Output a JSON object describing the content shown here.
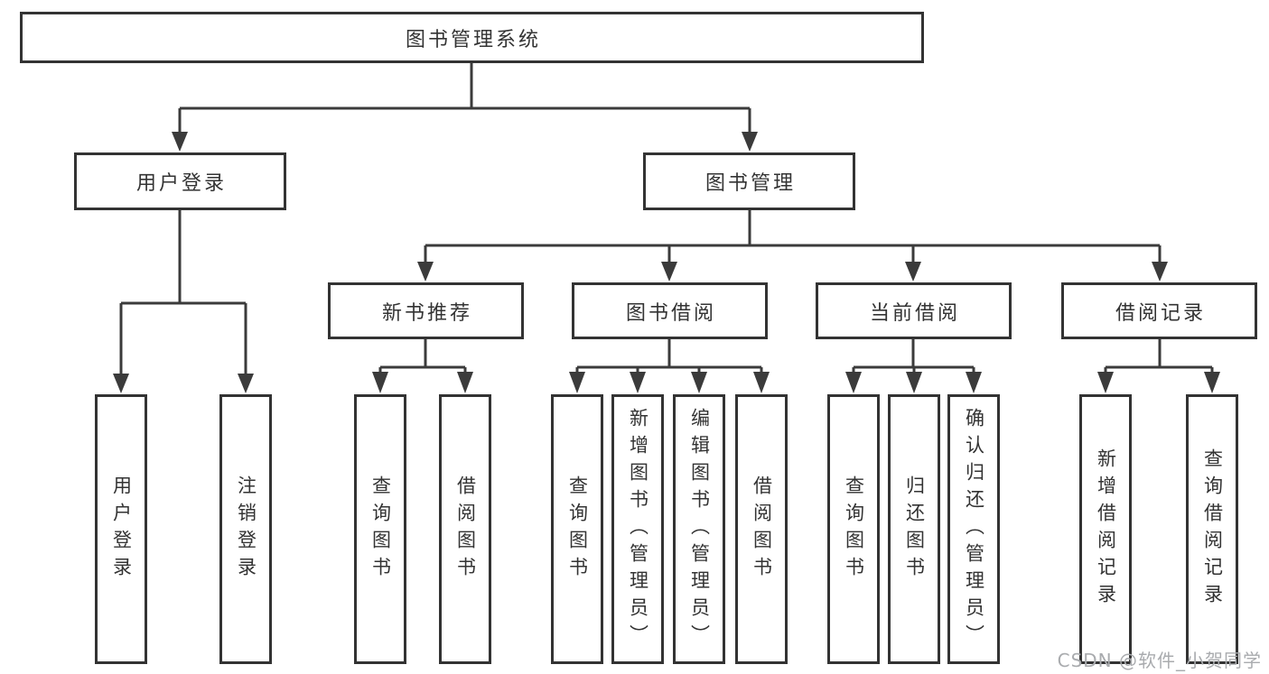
{
  "diagram": {
    "root": {
      "label": "图书管理系统"
    },
    "branches": [
      {
        "label": "用户登录",
        "children": [
          {
            "label": "用户登录"
          },
          {
            "label": "注销登录"
          }
        ]
      },
      {
        "label": "图书管理",
        "children": [
          {
            "label": "新书推荐",
            "children": [
              {
                "label": "查询图书"
              },
              {
                "label": "借阅图书"
              }
            ]
          },
          {
            "label": "图书借阅",
            "children": [
              {
                "label": "查询图书"
              },
              {
                "label": "新增图书（管理员）"
              },
              {
                "label": "编辑图书（管理员）"
              },
              {
                "label": "借阅图书"
              }
            ]
          },
          {
            "label": "当前借阅",
            "children": [
              {
                "label": "查询图书"
              },
              {
                "label": "归还图书"
              },
              {
                "label": "确认归还（管理员）"
              }
            ]
          },
          {
            "label": "借阅记录",
            "children": [
              {
                "label": "新增借阅记录"
              },
              {
                "label": "查询借阅记录"
              }
            ]
          }
        ]
      }
    ]
  },
  "watermark": {
    "text": "CSDN @软件_小贺同学",
    "color": "#a9abae"
  },
  "colors": {
    "line": "#3b3b3b",
    "box_border": "#333333",
    "box_fill": "#ffffff",
    "text": "#333333",
    "background": "#ffffff"
  }
}
